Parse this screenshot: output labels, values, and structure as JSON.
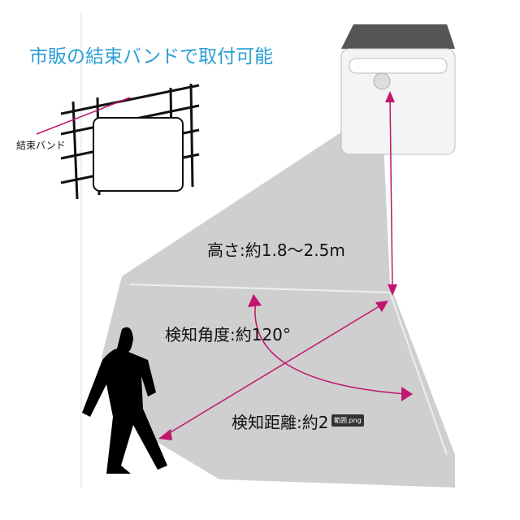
{
  "title": "市販の結束バンドで取付可能",
  "band_label": "結束バンド",
  "height_label": "高さ:約1.8〜2.5m",
  "angle_label": "検知角度:約120°",
  "distance_label": "検知距離:約2",
  "tooltip": "範囲.png",
  "colors": {
    "title": "#2a9fd6",
    "arrow": "#c0166f",
    "zone": "#cfcfcf"
  }
}
